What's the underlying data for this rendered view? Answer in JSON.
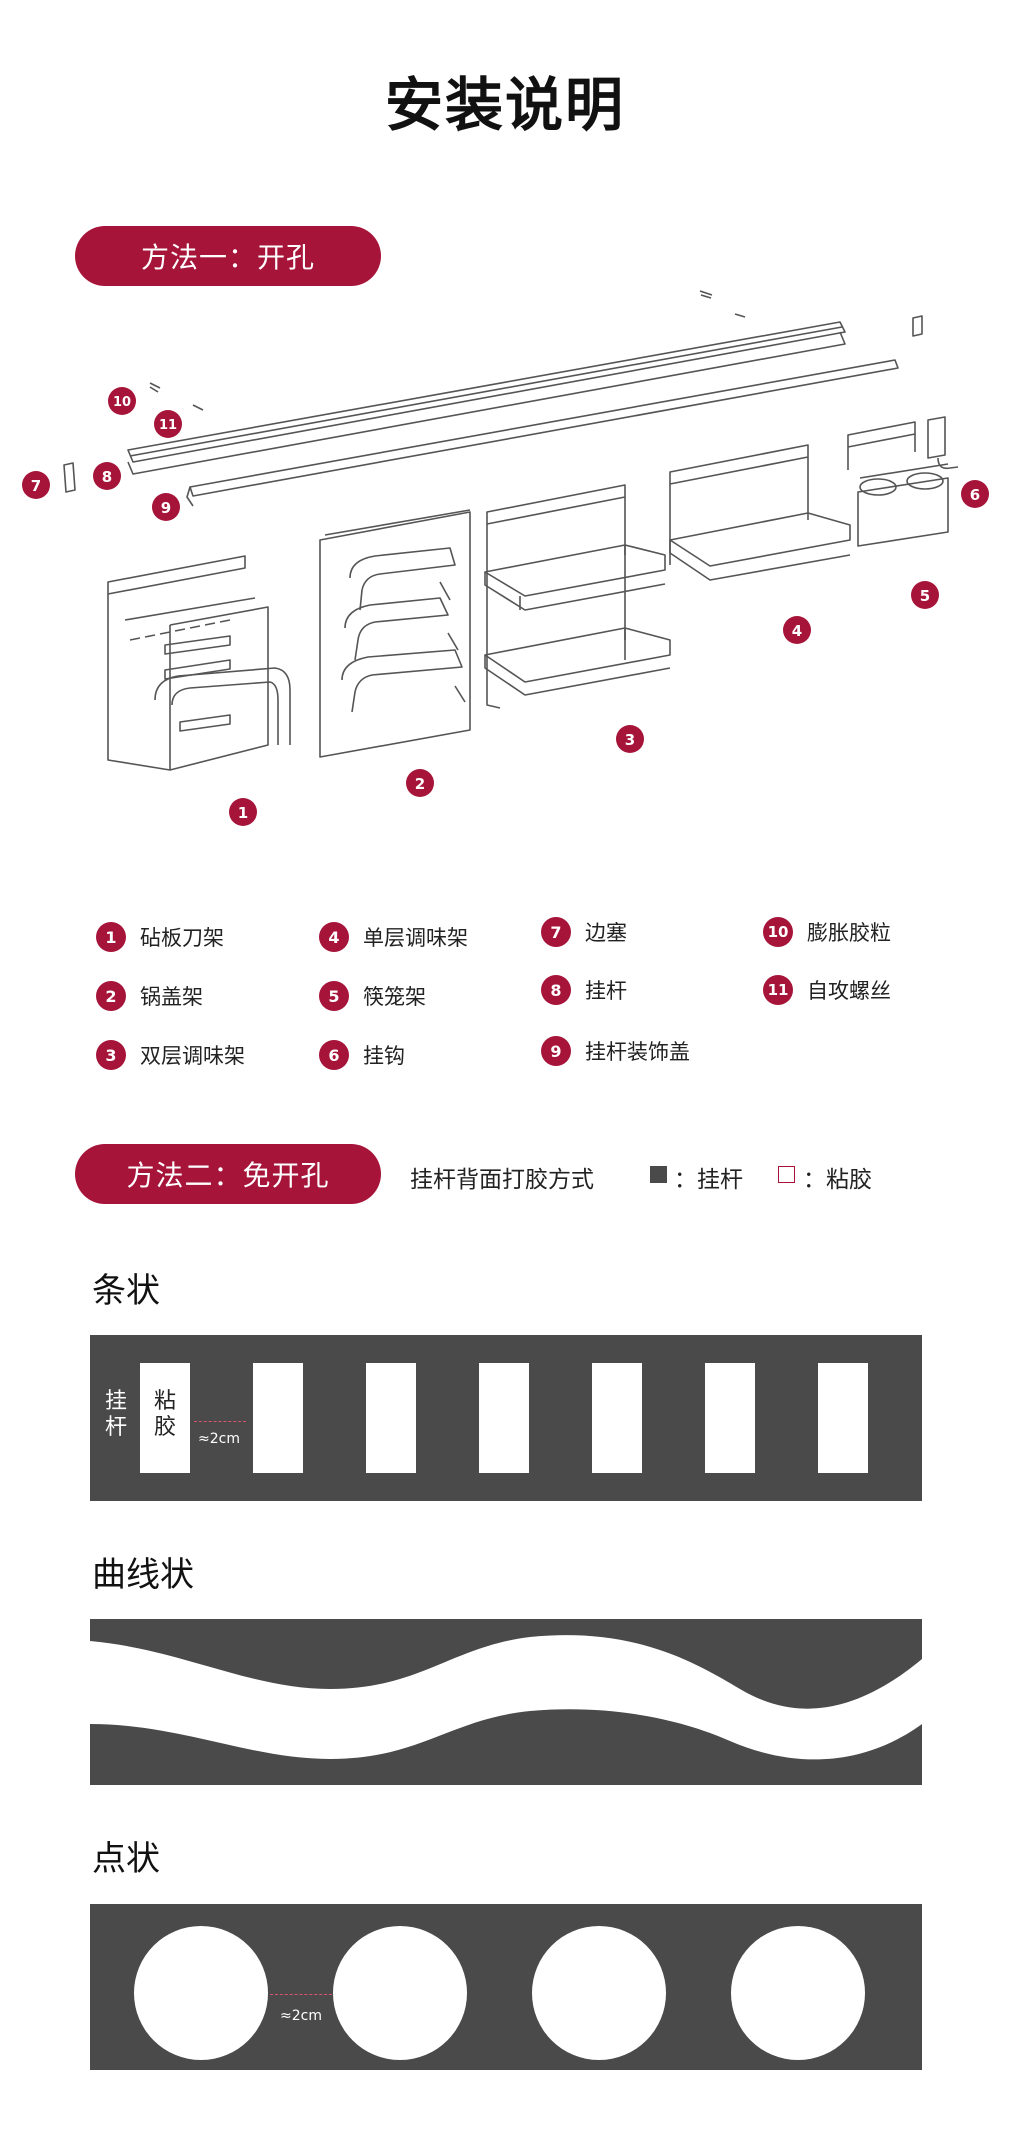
{
  "page_title": "安装说明",
  "method_one": {
    "label": "方法一：开孔",
    "diagram_numbers": [
      "1",
      "2",
      "3",
      "4",
      "5",
      "6",
      "7",
      "8",
      "9",
      "10",
      "11"
    ],
    "parts": [
      {
        "num": "1",
        "name": "砧板刀架"
      },
      {
        "num": "2",
        "name": "锅盖架"
      },
      {
        "num": "3",
        "name": "双层调味架"
      },
      {
        "num": "4",
        "name": "单层调味架"
      },
      {
        "num": "5",
        "name": "筷笼架"
      },
      {
        "num": "6",
        "name": "挂钩"
      },
      {
        "num": "7",
        "name": "边塞"
      },
      {
        "num": "8",
        "name": "挂杆"
      },
      {
        "num": "9",
        "name": "挂杆装饰盖"
      },
      {
        "num": "10",
        "name": "膨胀胶粒"
      },
      {
        "num": "11",
        "name": "自攻螺丝"
      }
    ]
  },
  "method_two": {
    "label": "方法二：免开孔",
    "description": "挂杆背面打胶方式",
    "key_rod": "：挂杆",
    "key_glue": "：粘胶"
  },
  "patterns": {
    "strip": {
      "heading": "条状",
      "rod_label": "挂杆",
      "glue_label": "粘胶",
      "gap": "≈2cm"
    },
    "curve": {
      "heading": "曲线状"
    },
    "dot": {
      "heading": "点状",
      "gap": "≈2cm"
    }
  },
  "colors": {
    "accent": "#a6143a",
    "panel": "#4a4a4a"
  }
}
